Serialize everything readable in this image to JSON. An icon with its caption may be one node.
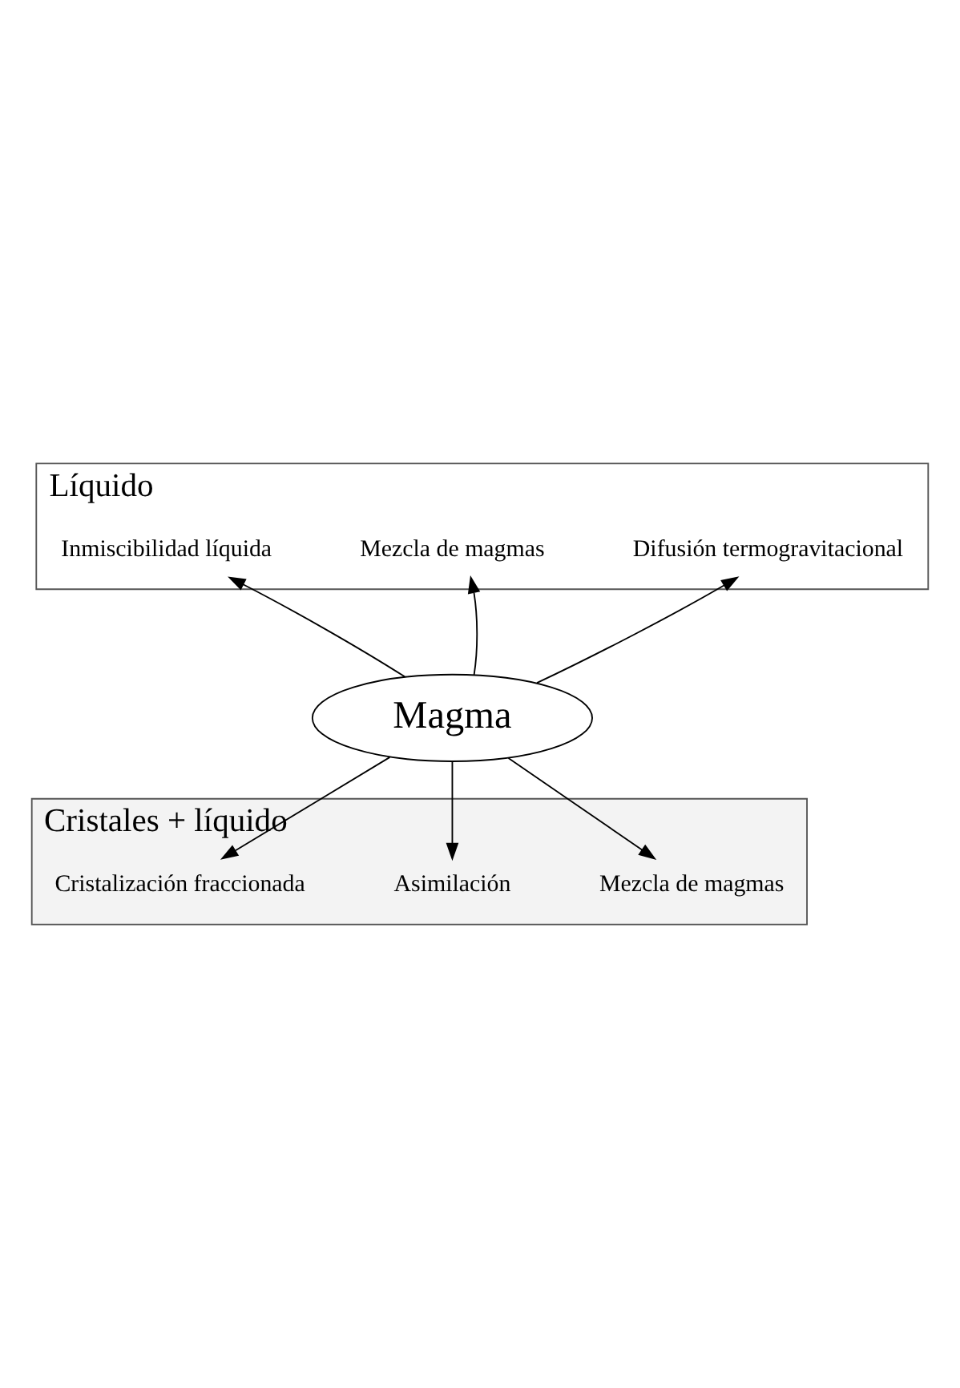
{
  "diagram": {
    "nodes": [
      {
        "text": [
          "Líquido"
        ]
      },
      {
        "text": [
          "Cristales + líquido"
        ]
      },
      {
        "text": [
          "Magma"
        ]
      },
      {
        "text": [
          "Difusión termogravitacional"
        ],
        "in": 0
      },
      {
        "text": [
          "Mezcla de magmas"
        ],
        "in": 0
      },
      {
        "text": [
          "Inmiscibilidad líquida"
        ],
        "in": 0
      },
      {
        "text": [
          "Mezcla de magmas"
        ],
        "in": 1
      },
      {
        "text": [
          "Asimilación"
        ],
        "in": 1
      },
      {
        "text": [
          "Cristalización fraccionada"
        ],
        "in": 1
      }
    ],
    "edges": [
      {
        "from": 2,
        "to": 3,
        "arrow": "to"
      },
      {
        "from": 2,
        "to": 5,
        "arrow": "to"
      },
      {
        "from": 2,
        "to": 4,
        "arrow": "to"
      },
      {
        "from": 2,
        "to": 6,
        "arrow": "to"
      },
      {
        "from": 2,
        "to": 7,
        "arrow": "to"
      },
      {
        "from": 2,
        "to": 8,
        "arrow": "to"
      }
    ]
  }
}
